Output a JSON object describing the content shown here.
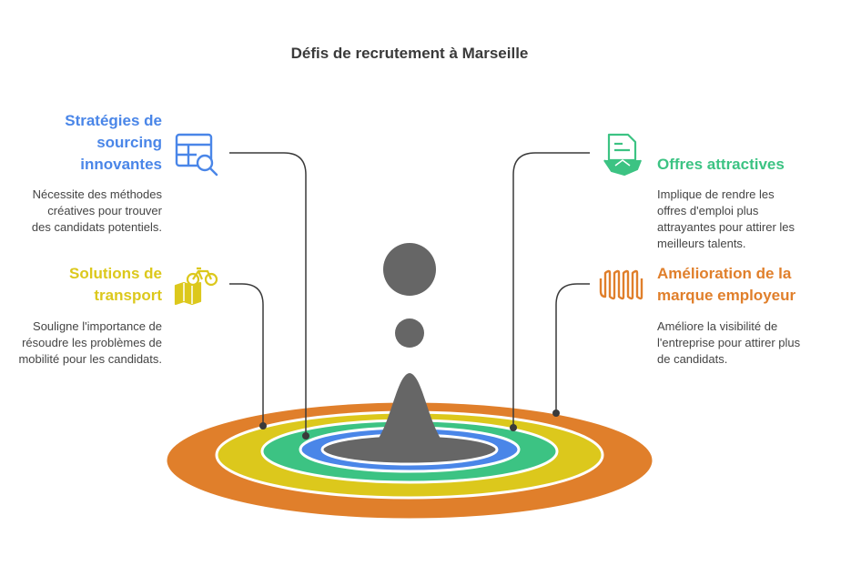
{
  "title": "Défis de recrutement à Marseille",
  "colors": {
    "blue": "#4a86e8",
    "yellow": "#dcc81c",
    "green": "#3cc383",
    "orange": "#e07f2b",
    "gray": "#666666",
    "text": "#444444"
  },
  "items": [
    {
      "heading": "Stratégies de sourcing innovantes",
      "description": "Nécessite des méthodes créatives pour trouver des candidats potentiels.",
      "icon": "table-search-icon",
      "color": "#4a86e8"
    },
    {
      "heading": "Solutions de transport",
      "description": "Souligne l'importance de résoudre les problèmes de mobilité pour les candidats.",
      "icon": "bicycle-map-icon",
      "color": "#dcc81c"
    },
    {
      "heading": "Offres attractives",
      "description": "Implique de rendre les offres d'emploi plus attrayantes pour attirer les meilleurs talents.",
      "icon": "handshake-document-icon",
      "color": "#3cc383"
    },
    {
      "heading": "Amélioration de la marque employeur",
      "description": "Améliore la visibilité de l'entreprise pour attirer plus de candidats.",
      "icon": "wave-signal-icon",
      "color": "#e07f2b"
    }
  ]
}
